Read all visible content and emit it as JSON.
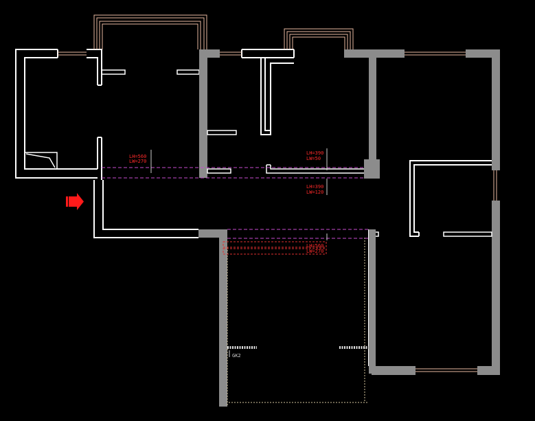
{
  "dimension_labels": [
    {
      "id": "dim1",
      "lines": [
        "LH=560",
        "LW=270"
      ]
    },
    {
      "id": "dim2",
      "lines": [
        "LH=390",
        "LW=50"
      ]
    },
    {
      "id": "dim3",
      "lines": [
        "LH=390",
        "LW=120"
      ]
    },
    {
      "id": "dim4",
      "lines": [
        "LH=560",
        "LW=270"
      ]
    }
  ],
  "room_tag": "GK2",
  "entrance_marker": {
    "color": "#ff1a1a"
  },
  "colors": {
    "background": "#000000",
    "wall_line": "#ffffff",
    "structural_wall": "#8c8c8c",
    "window": "#e8b9a0",
    "dashed_guide": "#c84bd0",
    "annotation": "#ff2a2a"
  }
}
